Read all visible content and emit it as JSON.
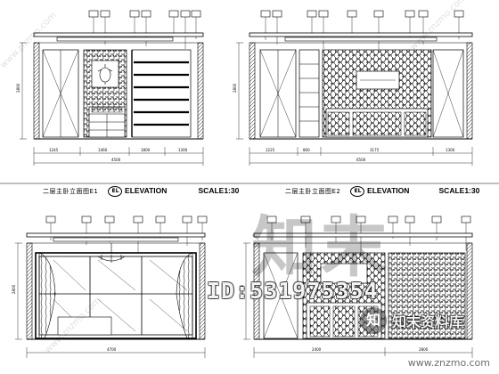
{
  "sheet": {
    "panels": [
      {
        "title_zh": "二层主卧立面图E1",
        "el_tag": "EL",
        "elevation": "ELEVATION",
        "scale": "SCALE1:30"
      },
      {
        "title_zh": "二层主卧立面图E2",
        "el_tag": "EL",
        "elevation": "ELEVATION",
        "scale": "SCALE1:30"
      }
    ],
    "dimension_labels": {
      "p1_bottom": [
        "1245",
        "1460",
        "1800",
        "1300"
      ],
      "p1_total": "4500",
      "p2_bottom": [
        "1225",
        "800",
        "3175",
        "1300"
      ],
      "p2_total": "6500",
      "p3_bottom": [
        "4700"
      ],
      "p4_bottom": [
        "2400",
        "2800"
      ],
      "heights": [
        "2800",
        "2800",
        "2800",
        "2800"
      ]
    }
  },
  "watermark": {
    "big_text": "知末",
    "id_text": "ID:531975354",
    "site_name": "知末资料库",
    "logo": "知",
    "url": "www.znzmo.com",
    "diag": "www.znzmo.com"
  }
}
